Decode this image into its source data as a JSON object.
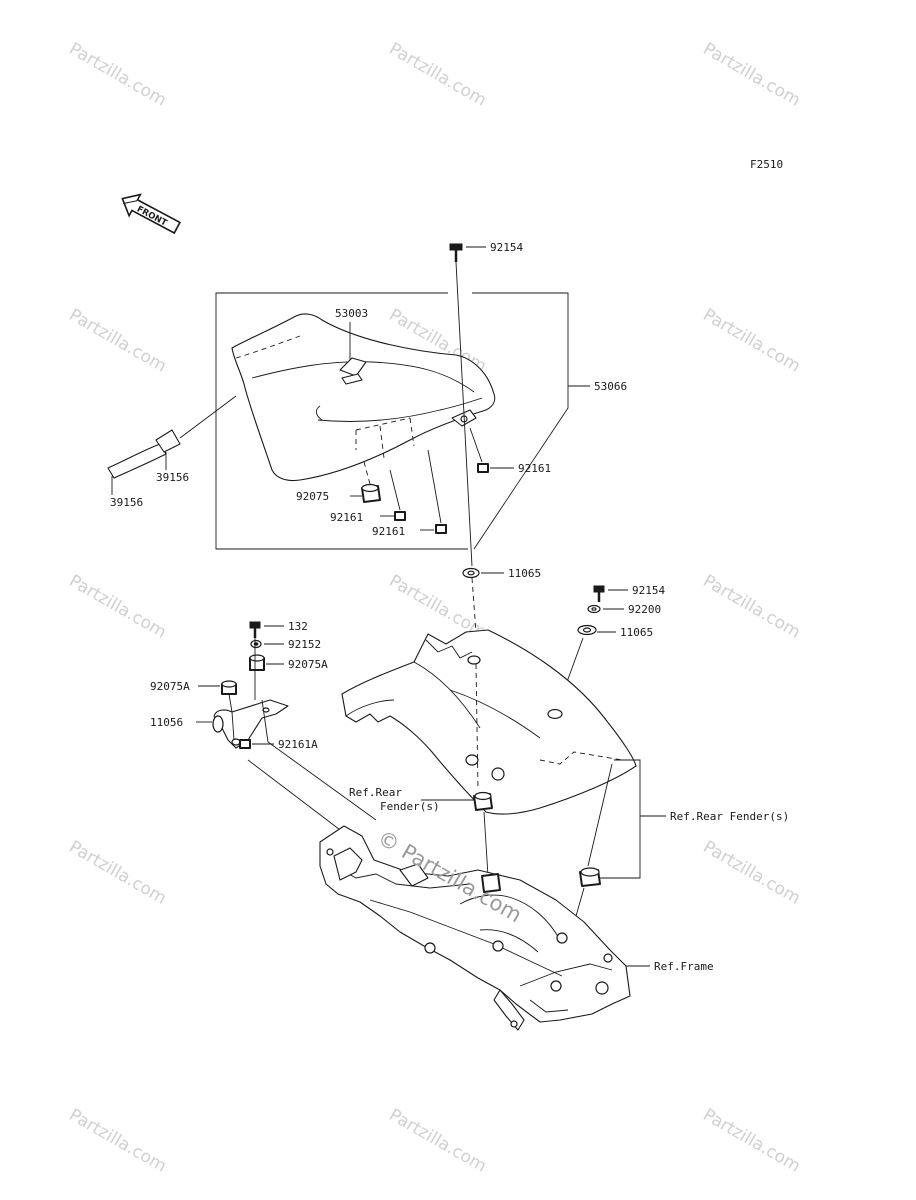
{
  "figure_code": "F2510",
  "front_arrow_label": "FRONT",
  "watermark_text": "Partzilla.com",
  "center_watermark_text": "© Partzilla.com",
  "colors": {
    "line": "#1a1a1a",
    "watermark": "#d0d0d0",
    "background": "#ffffff"
  },
  "labels": {
    "bolt_92154_top": "92154",
    "seat_53003": "53003",
    "seat_assy_53066": "53066",
    "nut_92161_right": "92161",
    "band_39156_a": "39156",
    "band_39156_b": "39156",
    "damper_92075": "92075",
    "nut_92161_mid": "92161",
    "nut_92161_low": "92161",
    "grommet_11065_top": "11065",
    "bolt_92154_right": "92154",
    "washer_92200": "92200",
    "grommet_11065_right": "11065",
    "bolt_132": "132",
    "collar_92152": "92152",
    "damper_92075A_right": "92075A",
    "damper_92075A_left": "92075A",
    "bracket_11056": "11056",
    "nut_92161A": "92161A",
    "ref_rear_fender_left_1": "Ref.Rear",
    "ref_rear_fender_left_2": "Fender(s)",
    "ref_rear_fender_right": "Ref.Rear Fender(s)",
    "ref_frame": "Ref.Frame"
  }
}
